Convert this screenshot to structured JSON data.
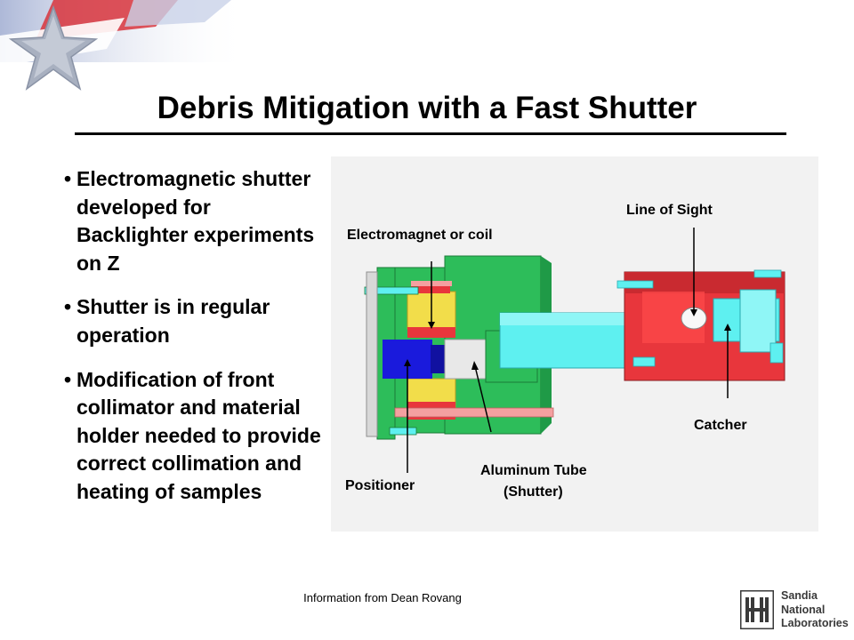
{
  "slide": {
    "title": "Debris Mitigation with a Fast Shutter",
    "bullets": [
      {
        "symbol": "•",
        "text": "Electromagnetic shutter developed for Backlighter experiments on Z"
      },
      {
        "symbol": "•",
        "text": "Shutter is in regular operation"
      },
      {
        "symbol": "•",
        "text": "Modification of front collimator and material holder needed to provide correct collimation and heating of samples"
      }
    ],
    "footer": "Information from Dean Rovang"
  },
  "diagram": {
    "labels": {
      "line_of_sight": "Line of Sight",
      "electromagnet": "Electromagnet or coil",
      "catcher": "Catcher",
      "aluminum_tube": "Aluminum Tube",
      "shutter": "(Shutter)",
      "positioner": "Positioner"
    },
    "colors": {
      "coil_housing": "#2dbd5a",
      "coil_winding": "#f2dd4a",
      "coil_core": "#e8363c",
      "positioner": "#1a1adc",
      "tube": "#5ef0f0",
      "catcher_body": "#e8363c",
      "rod": "#f4a0a0"
    }
  },
  "logo": {
    "name": "Sandia National Laboratories",
    "lines": [
      "Sandia",
      "National",
      "Laboratories"
    ]
  }
}
